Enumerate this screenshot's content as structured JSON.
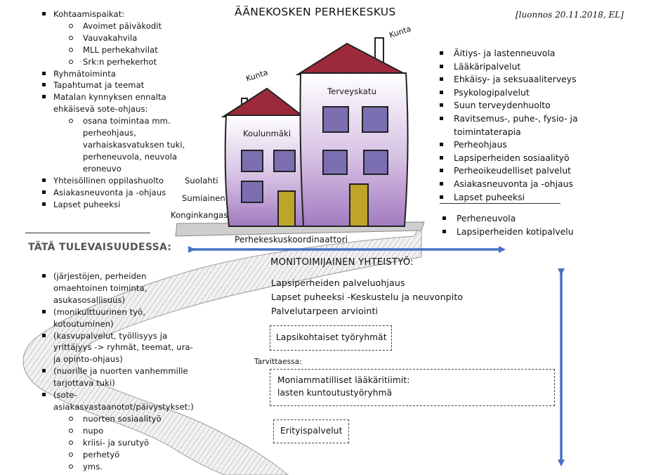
{
  "title": "ÄÄNEKOSKEN PERHEKESKUS",
  "draft_note": "[luonnos 20.11.2018, EL]",
  "left_list": [
    {
      "text": "Kohtaamispaikat:",
      "children": [
        "Avoimet päiväkodit",
        "Vauvakahvila",
        "MLL perhekahvilat",
        "Srk:n perhekerhot"
      ]
    },
    {
      "text": "Ryhmätoiminta"
    },
    {
      "text": "Tapahtumat ja teemat"
    },
    {
      "text": "Matalan kynnyksen ennalta ehkäisevä sote-ohjaus:",
      "children": [
        "osana toimintaa mm. perheohjaus, varhaiskasvatuksen tuki, perheneuvola, neuvola eroneuvo"
      ]
    },
    {
      "text": "Yhteisöllinen oppilashuolto"
    },
    {
      "text": "Asiakasneuvonta ja -ohjaus"
    },
    {
      "text": "Lapset puheeksi"
    }
  ],
  "future_heading": "TÄTÄ TULEVAISUUDESSA:",
  "future_list": [
    {
      "text": "(järjestöjen, perheiden omaehtoinen toiminta, asukasosallisuus)"
    },
    {
      "text": "(monikulttuurinen työ, kotoutuminen)"
    },
    {
      "text": "(kasvupalvelut, työllisyys ja yrittäjyys -> ryhmät, teemat, ura- ja opinto-ohjaus)"
    },
    {
      "text": "(nuorille ja nuorten vanhemmille tarjottava tuki)"
    },
    {
      "text": "(sote-asiakasvastaanotot/päivystykset:)",
      "children": [
        "nuorten sosiaalityö",
        "nupo",
        "kriisi- ja surutyö",
        "perhetyö",
        "yms."
      ]
    }
  ],
  "right_list": [
    "Äitiys- ja lastenneuvola",
    "Lääkäripalvelut",
    "Ehkäisy- ja seksuaaliterveys",
    "Psykologipalvelut",
    "Suun terveydenhuolto",
    "Ravitsemus-, puhe-, fysio- ja toimintaterapia",
    "Perheohjaus",
    "Lapsiperheiden sosiaalityö",
    "Perheoikeudelliset palvelut",
    "Asiakasneuvonta ja -ohjaus",
    "Lapset puheeksi"
  ],
  "right_list_2": [
    "Perheneuvola",
    "Lapsiperheiden kotipalvelu"
  ],
  "buildings": {
    "left_label": "Koulunmäki",
    "right_label": "Terveyskatu",
    "left_chimney": "Kunta",
    "right_chimney": "Kunta"
  },
  "locations": [
    "Suolahti",
    "Sumiainen",
    "Konginkangas"
  ],
  "coordinator": "Perhekeskuskoordinaattori",
  "multi_heading": "MONITOIMIJAINEN YHTEISTYÖ:",
  "multi_items": [
    "Lapsiperheiden palveluohjaus",
    "Lapset puheeksi -Keskustelu ja neuvonpito",
    "Palvelutarpeen arviointi"
  ],
  "box_child_groups": "Lapsikohtaiset työryhmät",
  "as_needed": "Tarvittaessa:",
  "box_teams_line1": "Moniammatilliset lääkäritiimit:",
  "box_teams_line2": "lasten kuntoutustyöryhmä",
  "box_special": "Erityispalvelut",
  "colors": {
    "arrow": "#4472c4",
    "roof": "#9c2a3a",
    "wall_top": "#ffffff",
    "wall_bottom": "#a77ac2",
    "window": "#7b6fb2",
    "door": "#bfa42a"
  }
}
